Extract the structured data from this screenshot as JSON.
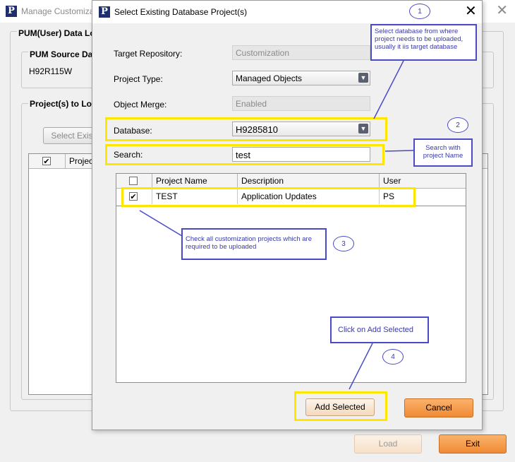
{
  "background_window": {
    "title": "Manage Customiza",
    "group_pum_user": "PUM(User) Data Lo",
    "group_pum_source": "PUM Source Dat",
    "pum_source_value": "H92R115W",
    "group_projects": "Project(s) to Loa",
    "select_existing_button": "Select Exis",
    "project_column": "Projec",
    "load_button": "Load",
    "exit_button": "Exit"
  },
  "dialog": {
    "title": "Select Existing Database Project(s)",
    "target_repository_label": "Target Repository:",
    "target_repository_value": "Customization",
    "project_type_label": "Project Type:",
    "project_type_value": "Managed Objects",
    "object_merge_label": "Object Merge:",
    "object_merge_value": "Enabled",
    "database_label": "Database:",
    "database_value": "H9285810",
    "search_label": "Search:",
    "search_value": "test",
    "table": {
      "columns": [
        "Project Name",
        "Description",
        "User"
      ],
      "rows": [
        {
          "checked": true,
          "project_name": "TEST",
          "description": "Application Updates",
          "user": "PS"
        }
      ]
    },
    "add_selected_button": "Add Selected",
    "cancel_button": "Cancel"
  },
  "annotations": {
    "note1": "Select database from where project needs to be uploaded, usually it iis target database",
    "note2": "Search with project Name",
    "note3": "Check all customization projects which are required to be uploaded",
    "note4": "Click on Add Selected",
    "num1": "1",
    "num2": "2",
    "num3": "3",
    "num4": "4"
  },
  "colors": {
    "highlight": "#ffe600",
    "annotation": "#4a4ac8",
    "orange_button": "#f08a34",
    "logo": "#1e2e6e"
  },
  "icons": [
    "peoplesoft-logo-icon",
    "close-icon",
    "chevron-down-icon",
    "checkbox-icon"
  ]
}
